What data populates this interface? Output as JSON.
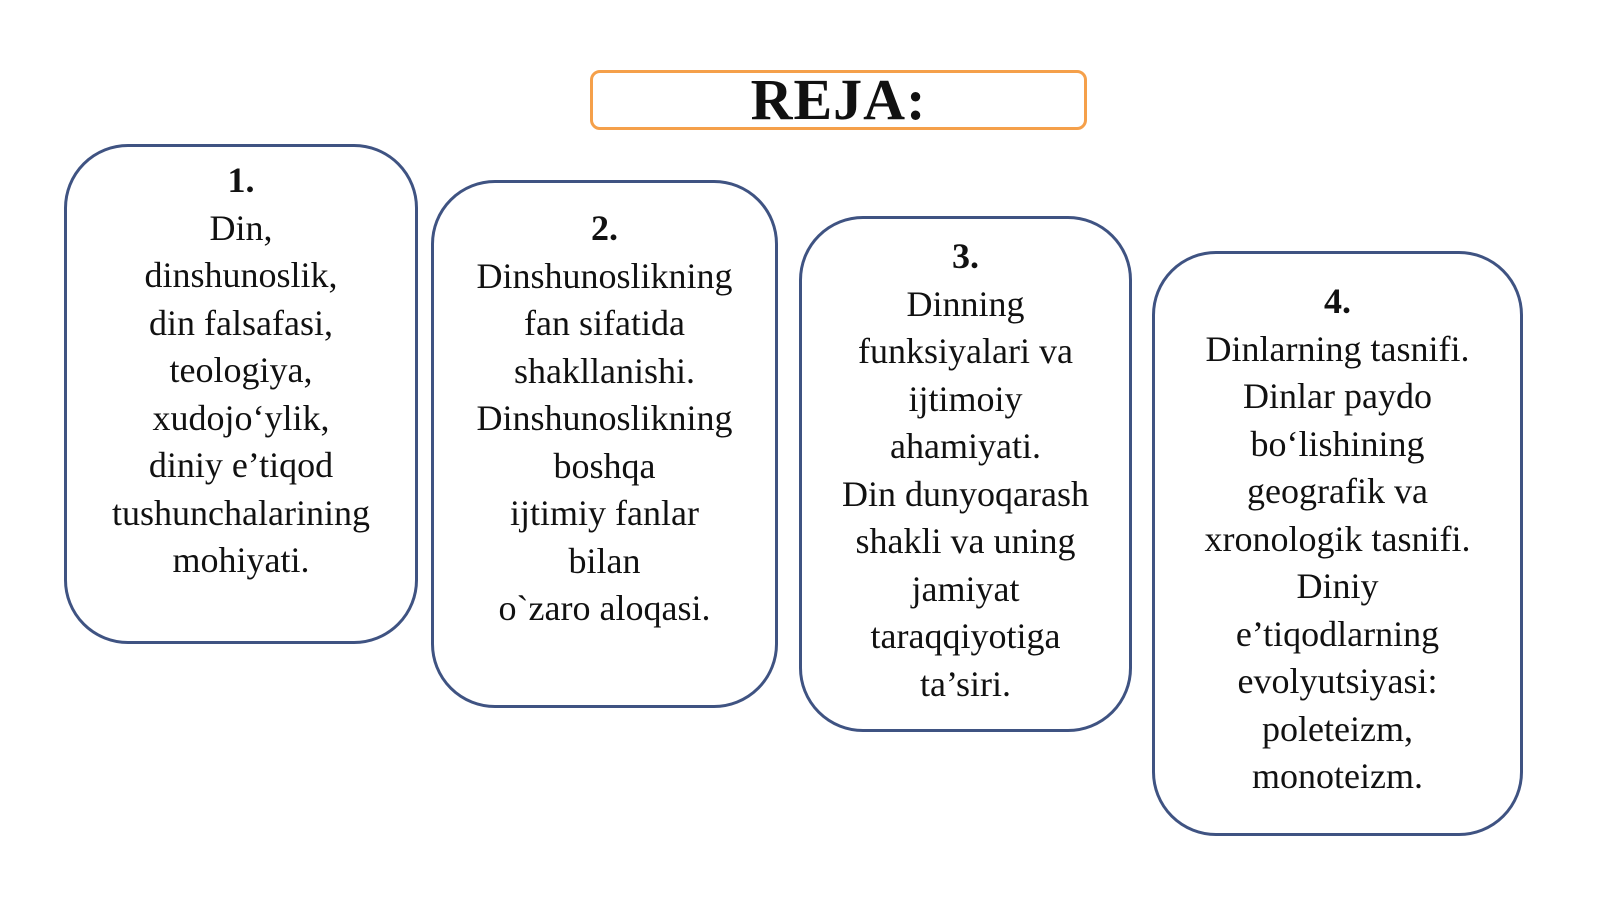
{
  "title": "REJA:",
  "cards": [
    {
      "number": "1.",
      "lines": [
        "Din,",
        "dinshunoslik,",
        "din falsafasi,",
        "teologiya,",
        "xudojo‘ylik,",
        "diniy e’tiqod",
        "tushunchalarining",
        "mohiyati."
      ]
    },
    {
      "number": "2.",
      "lines": [
        "Dinshunoslikning",
        "fan sifatida",
        "shakllanishi.",
        "Dinshunoslikning",
        "boshqa",
        "ijtimiy fanlar",
        "bilan",
        "o`zaro aloqasi."
      ]
    },
    {
      "number": "3.",
      "lines": [
        "Dinning",
        "funksiyalari va",
        "ijtimoiy",
        "ahamiyati.",
        "Din dunyoqarash",
        "shakli va uning",
        "jamiyat",
        "taraqqiyotiga",
        "ta’siri."
      ]
    },
    {
      "number": "4.",
      "lines": [
        "Dinlarning tasnifi.",
        "Dinlar paydo",
        "bo‘lishining",
        "geografik va",
        "xronologik tasnifi.",
        "Diniy",
        "e’tiqodlarning",
        "evolyutsiyasi:",
        "poleteizm,",
        "monoteizm."
      ]
    }
  ]
}
